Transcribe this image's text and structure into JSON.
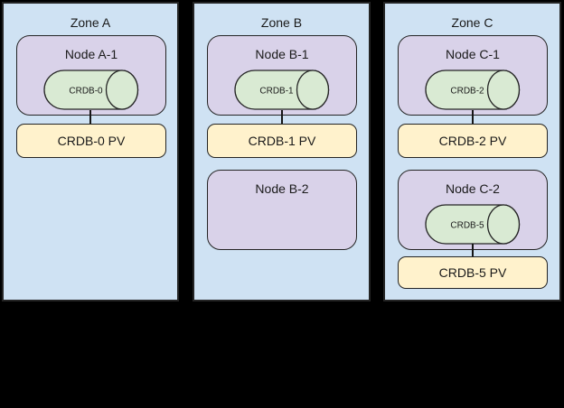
{
  "diagram": {
    "background": "#000000",
    "palette": {
      "zone_fill": "#cfe2f3",
      "node_fill": "#d9d2e9",
      "pod_fill": "#d9ead3",
      "pv_fill": "#fff2cc",
      "stroke": "#242424"
    }
  },
  "zones": [
    {
      "title": "Zone A",
      "nodes": [
        {
          "title": "Node A-1",
          "pod": "CRDB-0",
          "pv": "CRDB-0 PV"
        }
      ]
    },
    {
      "title": "Zone B",
      "nodes": [
        {
          "title": "Node B-1",
          "pod": "CRDB-1",
          "pv": "CRDB-1 PV"
        },
        {
          "title": "Node B-2"
        }
      ]
    },
    {
      "title": "Zone C",
      "nodes": [
        {
          "title": "Node C-1",
          "pod": "CRDB-2",
          "pv": "CRDB-2 PV"
        },
        {
          "title": "Node C-2",
          "pod": "CRDB-5",
          "pv": "CRDB-5 PV"
        }
      ]
    }
  ]
}
